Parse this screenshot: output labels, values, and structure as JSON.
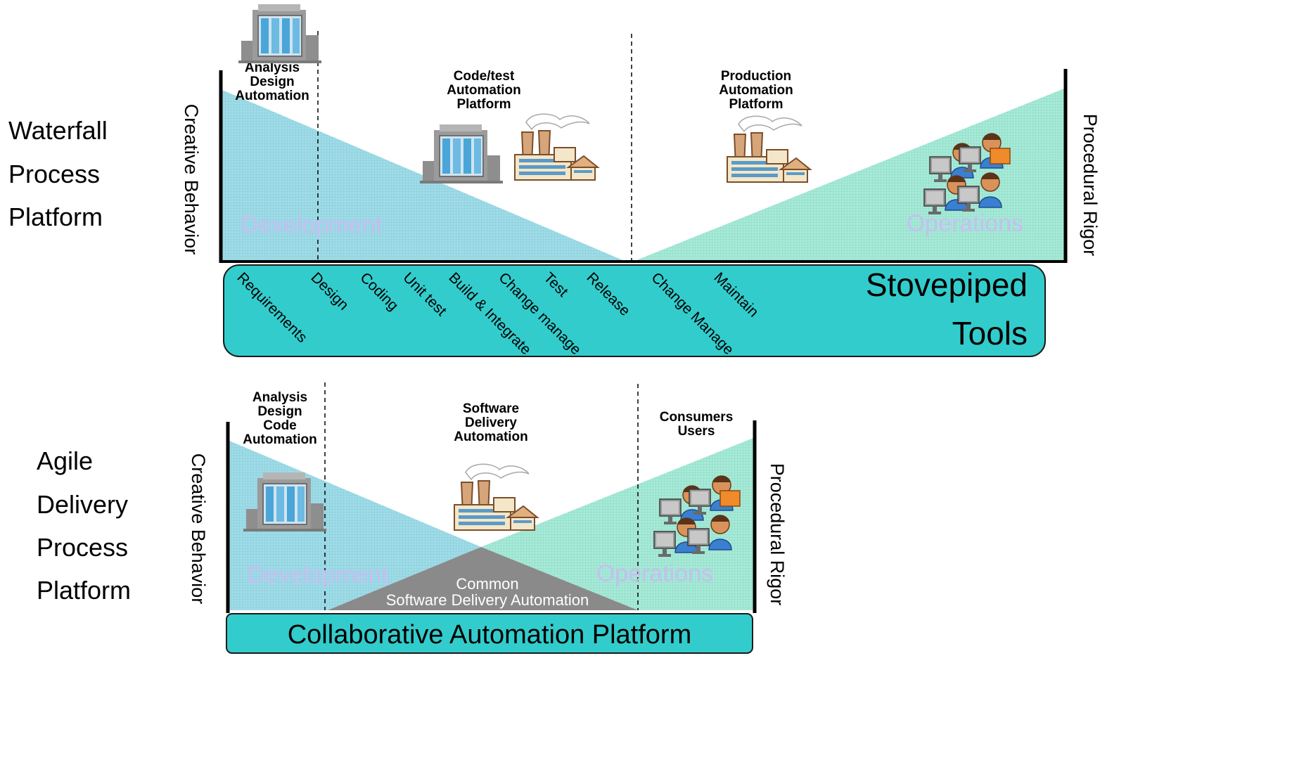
{
  "waterfall": {
    "title_lines": [
      "Waterfall",
      "Process",
      "Platform"
    ],
    "left_axis": "Creative Behavior",
    "right_axis": "Procedural Rigor",
    "phases": [
      {
        "lines": [
          "Analysis",
          "Design",
          "Automation"
        ]
      },
      {
        "lines": [
          "Code/test",
          "Automation",
          "Platform"
        ]
      },
      {
        "lines": [
          "Production",
          "Automation",
          "Platform"
        ]
      }
    ],
    "dev_label": "Development",
    "ops_label": "Operations",
    "steps": [
      "Requirements",
      "Design",
      "Coding",
      "Unit test",
      "Build & Integrate",
      "Change manage",
      "Test",
      "Release",
      "Change Manage",
      "Maintain"
    ],
    "band_lines": [
      "Stovepiped",
      "Tools"
    ]
  },
  "agile": {
    "title_lines": [
      "Agile",
      "Delivery",
      "Process",
      "Platform"
    ],
    "left_axis": "Creative Behavior",
    "right_axis": "Procedural Rigor",
    "phases": [
      {
        "lines": [
          "Analysis",
          "Design",
          "Code",
          "Automation"
        ]
      },
      {
        "lines": [
          "Software",
          "Delivery",
          "Automation"
        ]
      },
      {
        "lines": [
          "Consumers",
          "Users"
        ]
      }
    ],
    "dev_label": "Development",
    "ops_label": "Operations",
    "common_lines": [
      "Common",
      "Software Delivery Automation"
    ],
    "band_label": "Collaborative Automation Platform"
  },
  "colors": {
    "development": "#9edce8",
    "operations": "#a6ead8",
    "band": "#33cccc",
    "common": "#8a8a8a",
    "ghost_text": "#c9bdf2"
  },
  "icons": [
    "office-building-icon",
    "factory-icon",
    "users-at-computers-icon"
  ]
}
